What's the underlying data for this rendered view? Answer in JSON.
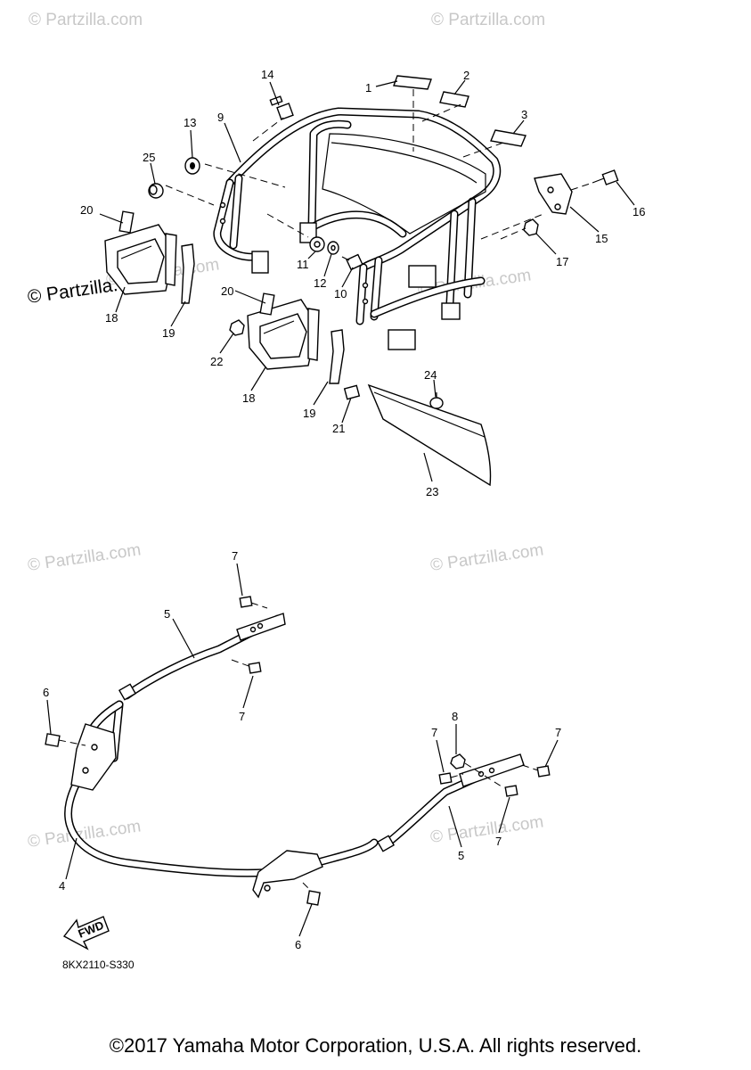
{
  "watermarks": [
    "© Partzilla.com",
    "© Partzilla.com",
    "© Partzilla.com",
    "© Partzilla.com",
    "© Partzilla.com",
    "© Partzilla.com",
    "© Partzilla.com",
    "© Partzilla.com"
  ],
  "side_watermark": "© Partzilla.com",
  "callouts": [
    "1",
    "2",
    "3",
    "4",
    "5",
    "5",
    "6",
    "6",
    "7",
    "7",
    "7",
    "7",
    "7",
    "8",
    "9",
    "10",
    "11",
    "12",
    "13",
    "14",
    "15",
    "16",
    "17",
    "18",
    "18",
    "19",
    "19",
    "20",
    "20",
    "21",
    "22",
    "23",
    "24",
    "25"
  ],
  "fwd_label": "FWD",
  "diagram_code": "8KX2110-S330",
  "copyright": "©2017 Yamaha Motor Corporation, U.S.A. All rights reserved."
}
